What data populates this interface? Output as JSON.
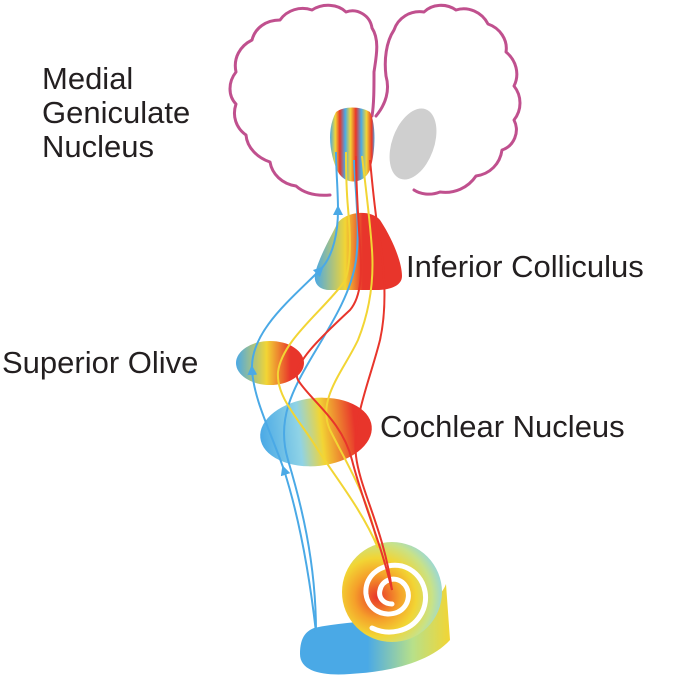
{
  "labels": {
    "medial_geniculate": [
      "Medial",
      "Geniculate",
      "Nucleus"
    ],
    "inferior_colliculus": "Inferior Colliculus",
    "superior_olive": "Superior Olive",
    "cochlear_nucleus": "Cochlear Nucleus"
  },
  "colors": {
    "brain_outline": "#c0508e",
    "thalamus_other": "#cfcfcf",
    "low_freq": "#4aa9e6",
    "mid_freq": "#f2d534",
    "high_freq": "#e8352b",
    "label_text": "#231f20"
  }
}
